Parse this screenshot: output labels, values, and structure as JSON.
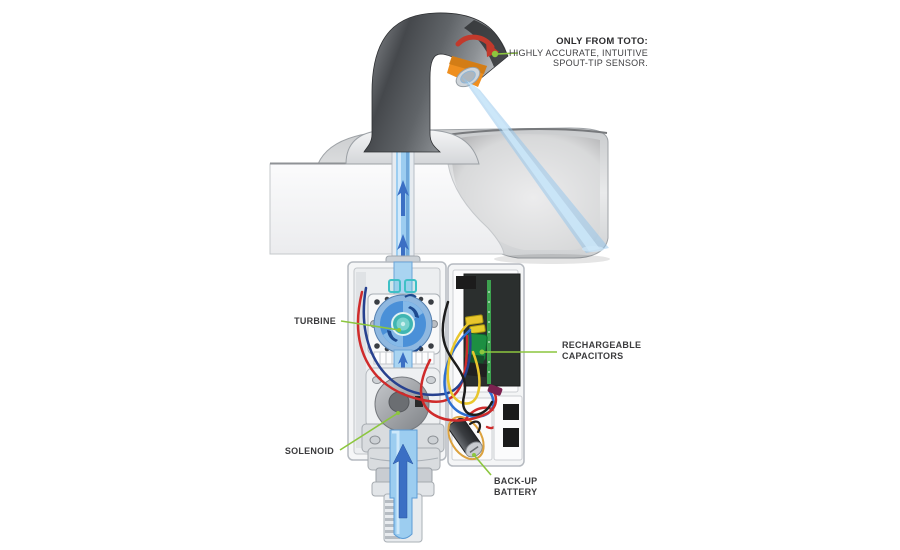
{
  "figure": {
    "background": "#ffffff",
    "callout": {
      "title": "ONLY FROM TOTO:",
      "line1": "HIGHLY ACCURATE, INTUITIVE",
      "line2": "SPOUT-TIP SENSOR."
    },
    "labels": {
      "turbine": "TURBINE",
      "capacitors_line1": "RECHARGEABLE",
      "capacitors_line2": "CAPACITORS",
      "solenoid": "SOLENOID",
      "battery_line1": "BACK-UP",
      "battery_line2": "BATTERY"
    },
    "colors": {
      "leader_green": "#8cc63e",
      "sensor_orange": "#ef8f1f",
      "sensor_arrow_red": "#c23a2c",
      "water_blue": "#9ccdf0",
      "water_core": "#cde8fa",
      "water_arrow_blue": "#3b6fc4",
      "turbine_ring_blue": "#8fb8e0",
      "turbine_blue": "#4a90d8",
      "turbine_hub_teal": "#3fb5b2",
      "capacitor_green": "#1d8f42",
      "pcb_green": "#3da14f",
      "battery_ring_orange": "#dca23f",
      "wire_red": "#cf2b2b",
      "wire_navy": "#27418f",
      "wire_yellow": "#e8c62c",
      "wire_black": "#1d1d1d",
      "wire_blue": "#2e6fd0",
      "wire_maroon": "#7c2250",
      "label_text": "#3b3b3d"
    }
  }
}
